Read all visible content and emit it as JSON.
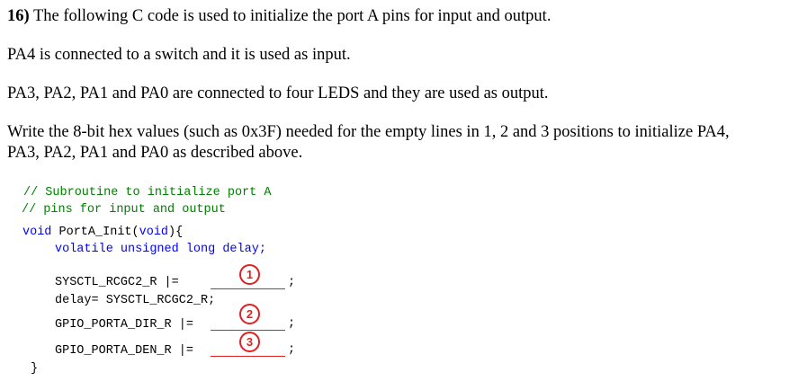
{
  "question": {
    "number": "16)",
    "intro": " The following C code is used to initialize the port A pins for input and output.",
    "line_pa4": "PA4 is connected to a switch and it is used as input.",
    "line_leds": "PA3, PA2, PA1 and PA0 are connected to four LEDS and they are used as output.",
    "instruction_line1": "Write the 8-bit hex values (such as 0x3F) needed for the empty lines in 1, 2 and 3 positions to initialize PA4,",
    "instruction_line2": "PA3, PA2, PA1 and PA0 as described above."
  },
  "code": {
    "comment1": "// Subroutine to initialize port A",
    "comment2": "// pins for input and output",
    "func_kw": "void",
    "func_name": " PortA_Init(",
    "func_param": "void",
    "func_open": "){",
    "decl": "volatile unsigned long delay;",
    "line1": "SYSCTL_RCGC2_R   |=",
    "line2": "delay= SYSCTL_RCGC2_R;",
    "line3": "GPIO_PORTA_DIR_R |=",
    "line4": "GPIO_PORTA_DEN_R |=",
    "close": "}",
    "semicolon": ";"
  },
  "markers": [
    "1",
    "2",
    "3"
  ],
  "colors": {
    "comment": "#008000",
    "keyword": "#0000ff",
    "marker": "#e02020"
  }
}
